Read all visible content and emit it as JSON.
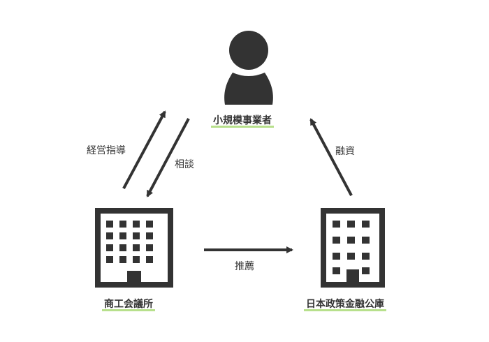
{
  "nodes": {
    "business": {
      "label": "小規模事業者",
      "icon": "person-icon"
    },
    "chamber": {
      "label": "商工会議所",
      "icon": "building-icon"
    },
    "bank": {
      "label": "日本政策金融公庫",
      "icon": "building-icon"
    }
  },
  "edges": {
    "guidance": "経営指導",
    "consult": "相談",
    "recommend": "推薦",
    "finance": "融資"
  },
  "colors": {
    "icon": "#333333",
    "arrow": "#333333",
    "underline": "#b7e08c"
  }
}
